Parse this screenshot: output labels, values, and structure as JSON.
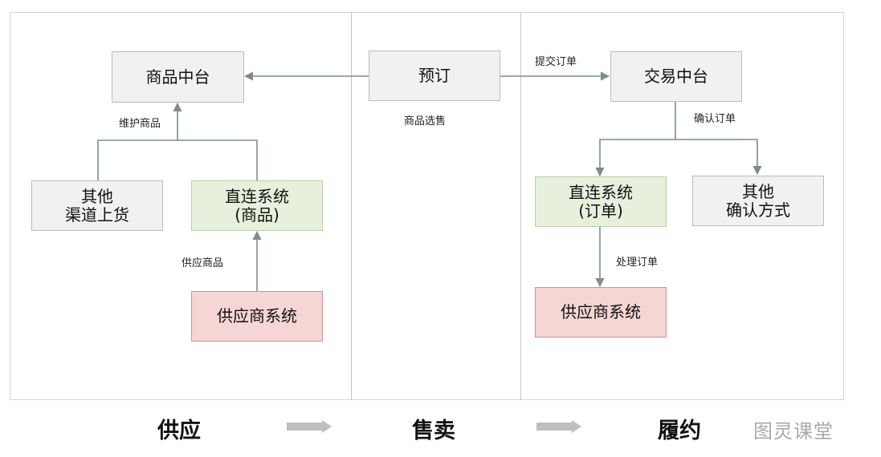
{
  "boxes": {
    "goods_platform": "商品中台",
    "booking": "预订",
    "trade_platform": "交易中台",
    "other_channel": "其他\n渠道上货",
    "direct_goods": "直连系统\n(商品)",
    "supplier_left": "供应商系统",
    "direct_order": "直连系统\n(订单)",
    "other_confirm": "其他\n确认方式",
    "supplier_right": "供应商系统"
  },
  "labels": {
    "maintain_goods": "维护商品",
    "supply_goods": "供应商品",
    "goods_selection": "商品选售",
    "submit_order": "提交订单",
    "confirm_order": "确认订单",
    "process_order": "处理订单"
  },
  "sections": {
    "supply": "供应",
    "sell": "售卖",
    "fulfill": "履约"
  },
  "watermark": "图灵课堂",
  "colors": {
    "gray_fill": "#f1f1f1",
    "green_fill": "#e6f0dc",
    "red_fill": "#f6d5d5",
    "connector": "#7f8c8f",
    "section_arrow": "#bfbfbf"
  }
}
